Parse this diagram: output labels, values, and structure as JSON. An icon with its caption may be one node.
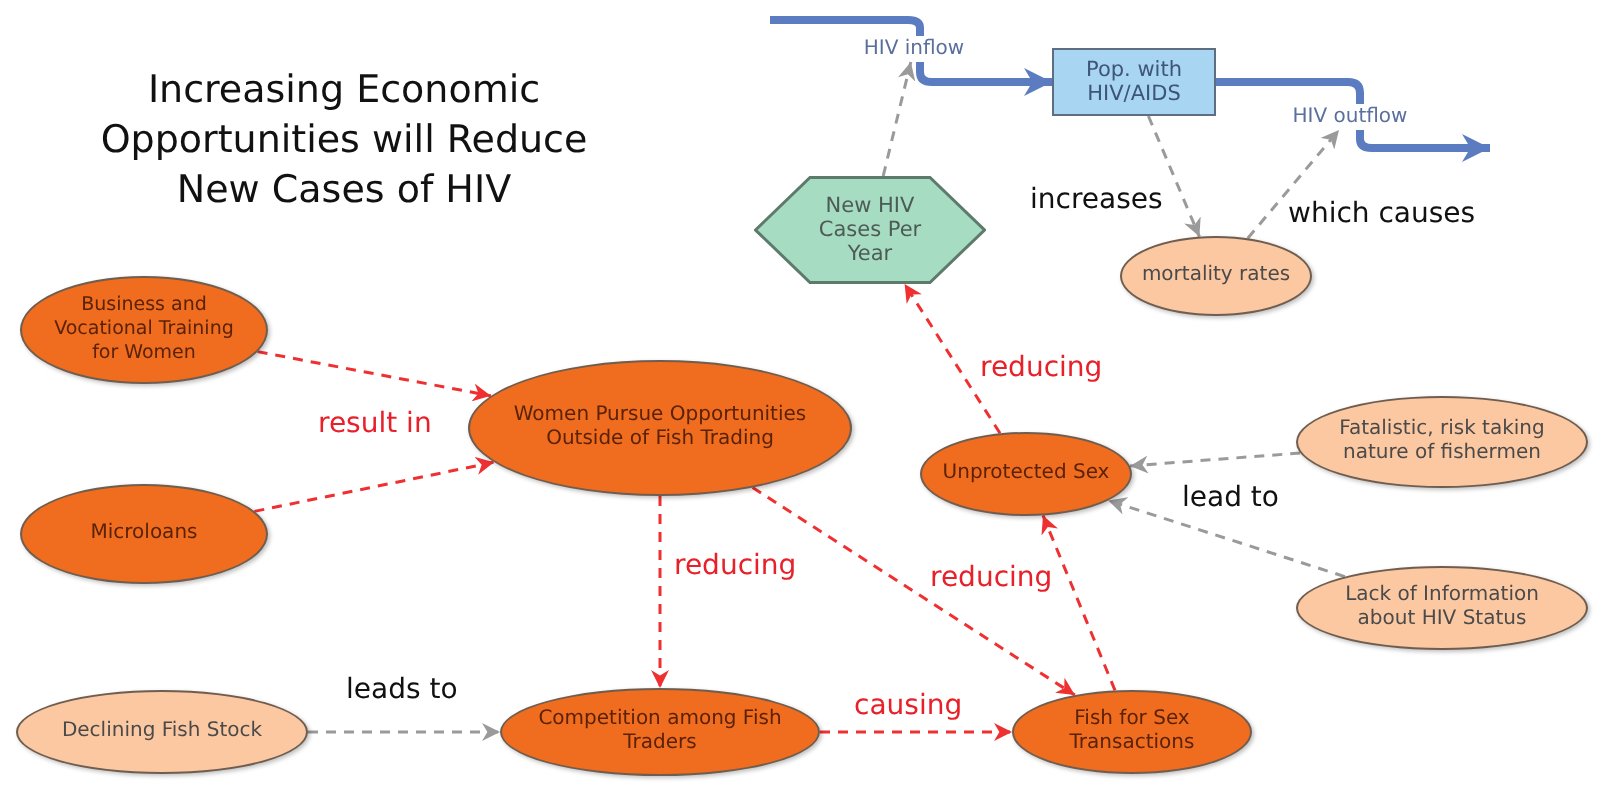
{
  "diagram": {
    "title": "Increasing Economic Opportunities will Reduce New Cases of HIV",
    "nodes": [
      {
        "text": [
          "HIV inflow"
        ]
      },
      {
        "text": [
          "Pop. with HIV/AIDS"
        ]
      },
      {
        "text": [
          "HIV outflow"
        ]
      },
      {
        "text": [
          "New HIV Cases Per Year"
        ]
      },
      {
        "text": [
          "mortality rates"
        ]
      },
      {
        "text": [
          "Business and Vocational Training for Women"
        ]
      },
      {
        "text": [
          "Women Pursue Opportunities Outside of Fish Trading"
        ]
      },
      {
        "text": [
          "Unprotected Sex"
        ]
      },
      {
        "text": [
          "Fatalistic, risk taking nature of fishermen"
        ]
      },
      {
        "text": [
          "Microloans"
        ]
      },
      {
        "text": [
          "Lack of Information about HIV Status"
        ]
      },
      {
        "text": [
          "Declining Fish Stock"
        ]
      },
      {
        "text": [
          "Competition among Fish Traders"
        ]
      },
      {
        "text": [
          "Fish for Sex Transactions"
        ]
      }
    ],
    "edges": [
      {
        "from": null,
        "to": 0,
        "arrow": "none",
        "style": "thick",
        "color": "#5b7cc0"
      },
      {
        "from": 0,
        "to": 1,
        "arrow": "to",
        "style": "thick",
        "color": "#5b7cc0"
      },
      {
        "from": 1,
        "to": 2,
        "arrow": "none",
        "style": "thick",
        "color": "#5b7cc0"
      },
      {
        "from": 2,
        "to": null,
        "arrow": "to",
        "style": "thick",
        "color": "#5b7cc0"
      },
      {
        "from": 3,
        "to": 0,
        "arrow": "to",
        "style": "dashed",
        "color": "#9a9a9a"
      },
      {
        "from": 1,
        "to": 4,
        "arrow": "to",
        "label": "increases",
        "style": "dashed",
        "color": "#9a9a9a"
      },
      {
        "from": 4,
        "to": 2,
        "arrow": "to",
        "label": "which causes",
        "style": "dashed",
        "color": "#9a9a9a"
      },
      {
        "from": 5,
        "to": 6,
        "arrow": "to",
        "style": "dashed"
      },
      {
        "from": 9,
        "to": 6,
        "arrow": "to",
        "style": "dashed"
      },
      {
        "from": 6,
        "to": 12,
        "arrow": "to",
        "label": "reducing",
        "style": "dashed"
      },
      {
        "from": 6,
        "to": 13,
        "arrow": "to",
        "label": "reducing",
        "style": "dashed"
      },
      {
        "from": 11,
        "to": 12,
        "arrow": "to",
        "label": "leads to",
        "style": "dashed",
        "color": "#9a9a9a"
      },
      {
        "from": 12,
        "to": 13,
        "arrow": "to",
        "label": "causing",
        "style": "dashed"
      },
      {
        "from": 13,
        "to": 7,
        "arrow": "to",
        "style": "dashed"
      },
      {
        "from": 7,
        "to": 3,
        "arrow": "to",
        "label": "reducing",
        "style": "dashed"
      },
      {
        "from": 8,
        "to": 7,
        "arrow": "to",
        "style": "dashed",
        "color": "#9a9a9a"
      },
      {
        "from": 10,
        "to": 7,
        "arrow": "to",
        "style": "dashed",
        "color": "#9a9a9a"
      }
    ],
    "labels": [
      "result in",
      "lead to"
    ]
  }
}
